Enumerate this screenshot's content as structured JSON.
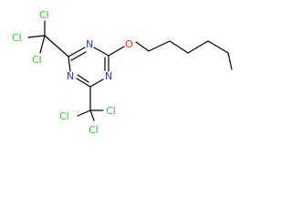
{
  "molecule": {
    "atoms": {
      "cl_top_upper": "Cl",
      "cl_top_left": "Cl",
      "cl_top_lower": "Cl",
      "n_top": "N",
      "n_left": "N",
      "n_right": "N",
      "o_ether": "O",
      "cl_bottom_left": "Cl",
      "cl_bottom_right_upper": "Cl",
      "cl_bottom_right_lower": "Cl"
    },
    "colors": {
      "chlorine": "#2fbf2f",
      "nitrogen": "#2d2dff",
      "oxygen": "#ff2020",
      "bond": "#000000"
    }
  }
}
